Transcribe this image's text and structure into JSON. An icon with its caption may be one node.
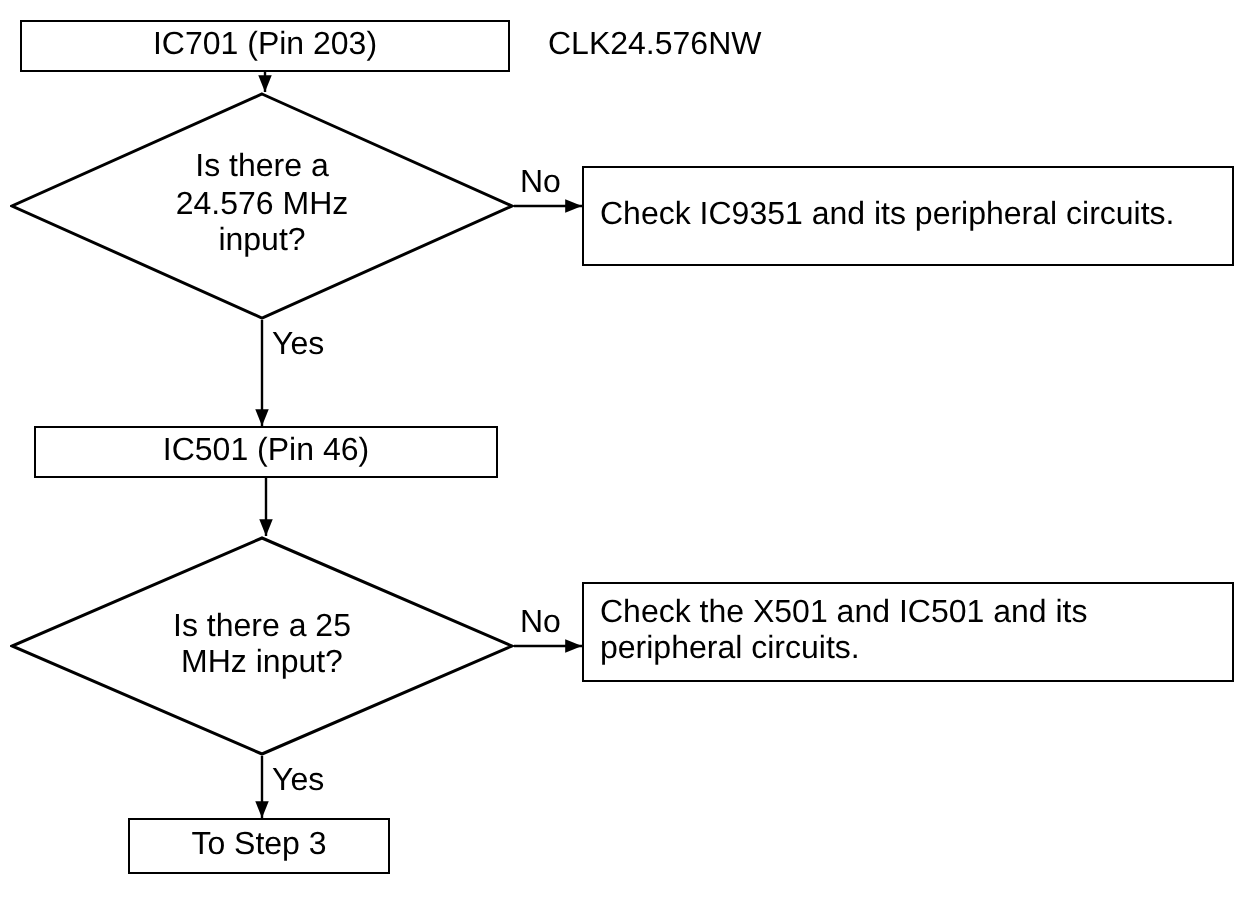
{
  "diagram": {
    "nodes": [
      {
        "text": [
          "IC701 (Pin 203)"
        ],
        "beside": [
          "CLK24.576NW"
        ]
      },
      {
        "text": [
          "Is there a 24.576 MHz input?"
        ]
      },
      {
        "text": [
          "Check IC9351 and its peripheral circuits."
        ]
      },
      {
        "text": [
          "IC501 (Pin 46)"
        ]
      },
      {
        "text": [
          "Is there a 25 MHz input?"
        ]
      },
      {
        "text": [
          "Check the X501 and IC501 and its peripheral circuits."
        ]
      },
      {
        "text": [
          "To Step 3"
        ]
      }
    ],
    "edges": [
      {
        "from": 0,
        "to": 1,
        "arrow": "to"
      },
      {
        "from": 1,
        "to": 2,
        "arrow": "to",
        "label": "No"
      },
      {
        "from": 1,
        "to": 3,
        "arrow": "to",
        "label": "Yes"
      },
      {
        "from": 3,
        "to": 4,
        "arrow": "to"
      },
      {
        "from": 4,
        "to": 5,
        "arrow": "to",
        "label": "No"
      },
      {
        "from": 4,
        "to": 6,
        "arrow": "to",
        "label": "Yes"
      }
    ]
  }
}
